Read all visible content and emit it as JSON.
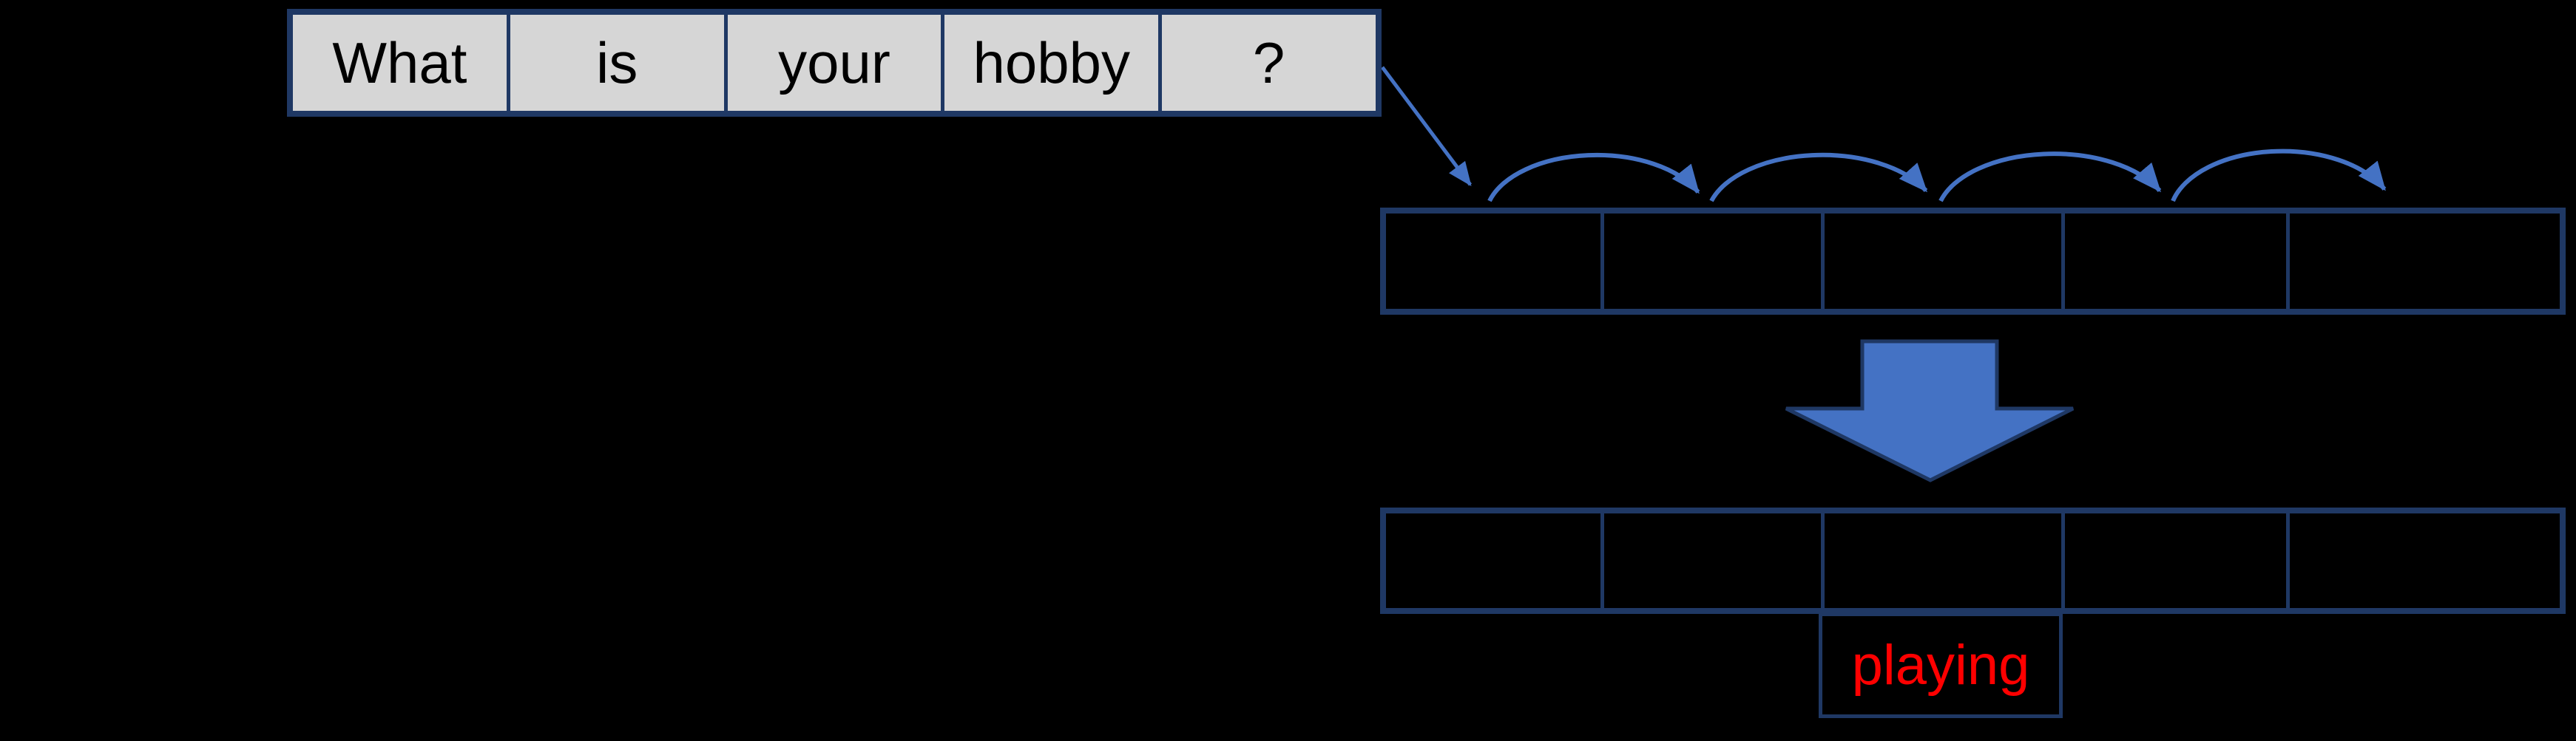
{
  "colors": {
    "background": "#000000",
    "box_border_navy": "#1F3864",
    "token_cell_gray": "#D6D6D6",
    "arrow_blue": "#4472C4",
    "big_arrow_outline": "#1F3864",
    "output_word_red": "#FF0000",
    "token_text_black": "#000000"
  },
  "sentence_row": {
    "tokens": [
      "What",
      "is",
      "your",
      "hobby",
      "?"
    ]
  },
  "upper_row": {
    "cells": [
      "",
      "",
      "",
      "",
      ""
    ]
  },
  "lower_row": {
    "cells": [
      "",
      "",
      "",
      "",
      ""
    ]
  },
  "output_box": {
    "word": "playing"
  },
  "icons": {
    "input_arrow": "diagonal-arrow-icon",
    "hop_arrows": "arc-hop-arrow-icon",
    "transform_arrow": "big-down-arrow-icon"
  }
}
